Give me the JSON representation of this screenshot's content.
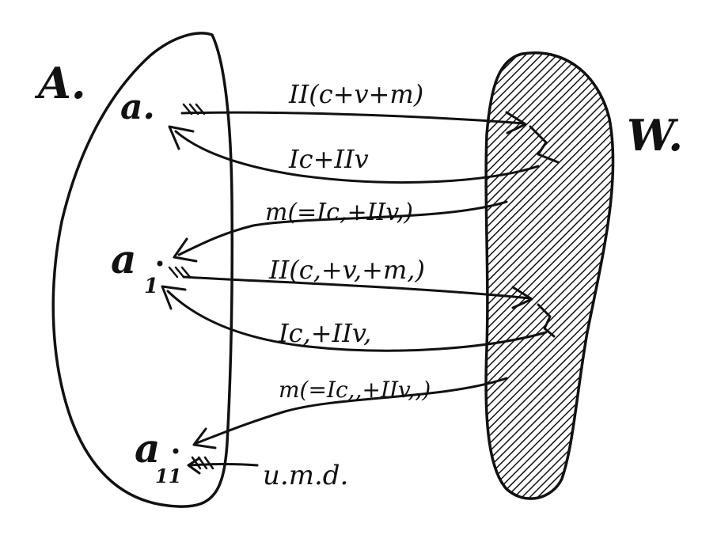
{
  "region_labels": {
    "left": "A.",
    "right": "W."
  },
  "nodes": {
    "a": "a.",
    "a1": "a",
    "a1_sub": "1",
    "a11": "a",
    "a11_sub": "11"
  },
  "flows": {
    "f1": "II(c+v+m)",
    "f2": "Ic+IIv",
    "f3": "m(=Ic,+IIv,)",
    "f4": "II(c,+v,+m,)",
    "f5": "Ic,+IIv,",
    "f6": "m(=Ic,,+IIv,,)"
  },
  "continuation": "u.m.d.",
  "colors": {
    "ink": "#111111",
    "paper": "#ffffff"
  }
}
